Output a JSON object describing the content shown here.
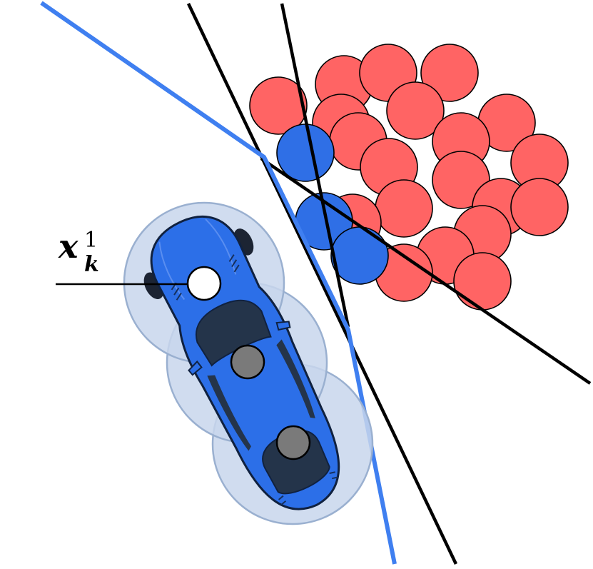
{
  "label": {
    "base": "x",
    "superscript": "1",
    "subscript": "k"
  },
  "colors": {
    "obstacle": "#ff6464",
    "selected_obstacle": "#2f6fe6",
    "car_body": "#2c6fe8",
    "car_dark": "#24344a",
    "footprint": "#c8d6ec",
    "footprint_stroke": "#9ab0d0",
    "blue_line": "#3f7ff0",
    "black_line": "#000000",
    "front_point": "#ffffff",
    "other_points": "#7a7a7a"
  },
  "icons": {
    "car": "car-top-view-icon"
  }
}
